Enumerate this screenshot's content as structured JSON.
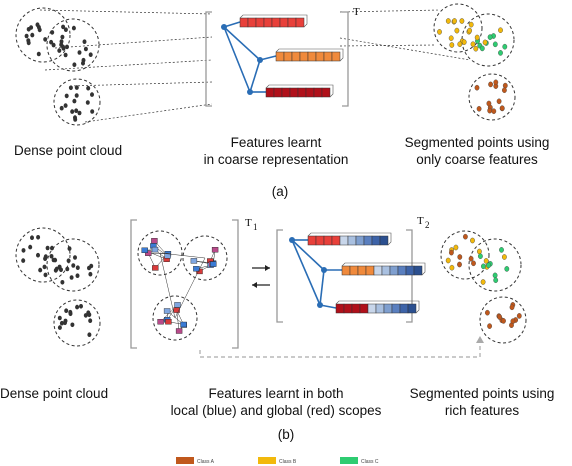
{
  "panel_a": {
    "caption_left": "Dense point cloud",
    "caption_mid_line1": "Features learnt",
    "caption_mid_line2": "in coarse representation",
    "caption_right_line1": "Segmented points using",
    "caption_right_line2": "only coarse features",
    "superscript": "T",
    "label": "(a)"
  },
  "panel_b": {
    "caption_left": "Dense point cloud",
    "caption_mid_line1": "Features learnt in both",
    "caption_mid_line2": "local (blue) and global (red) scopes",
    "caption_right_line1": "Segmented points using",
    "caption_right_line2": "rich features",
    "superscript_1": "T",
    "subscript_1": "1",
    "superscript_2": "T",
    "subscript_2": "2",
    "label": "(b)"
  },
  "legend": [
    {
      "label": "Class A",
      "color": "#c0581c"
    },
    {
      "label": "Class B",
      "color": "#f2b90c"
    },
    {
      "label": "Class C",
      "color": "#2ecc71"
    }
  ],
  "colors": {
    "edge_blue": "#2a6db5",
    "coarse_red": "#e8403a",
    "coarse_orange": "#f08a3c",
    "coarse_darkred": "#b0101a"
  }
}
